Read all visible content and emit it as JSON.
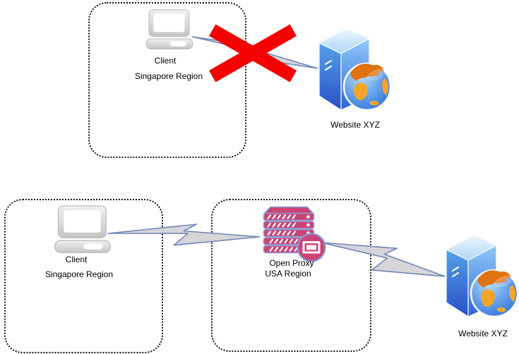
{
  "blocked_scene": {
    "client_label": "Client",
    "client_region": "Singapore Region",
    "website_label": "Website XYZ",
    "status": "blocked"
  },
  "proxy_scene": {
    "client_label": "Client",
    "client_region": "Singapore Region",
    "proxy_label": "Open Proxy",
    "proxy_region": "USA Region",
    "website_label": "Website XYZ"
  },
  "icons": {
    "client": "laptop-icon",
    "website": "server-globe-icon",
    "proxy": "rack-server-icon",
    "connection": "lightning-bolt-icon",
    "blocked": "red-x-icon"
  },
  "colors": {
    "blocked_x": "#f40202",
    "bolt_fill": "#d6d6d9",
    "bolt_stroke": "#7086b8",
    "proxy_pink": "#cc4477",
    "proxy_outline": "#8a9bd0",
    "server_blue_dark": "#2a4fc8",
    "server_blue_light": "#90cbf9",
    "globe_orange": "#f4a629",
    "laptop_grey": "#c9c9c9"
  }
}
